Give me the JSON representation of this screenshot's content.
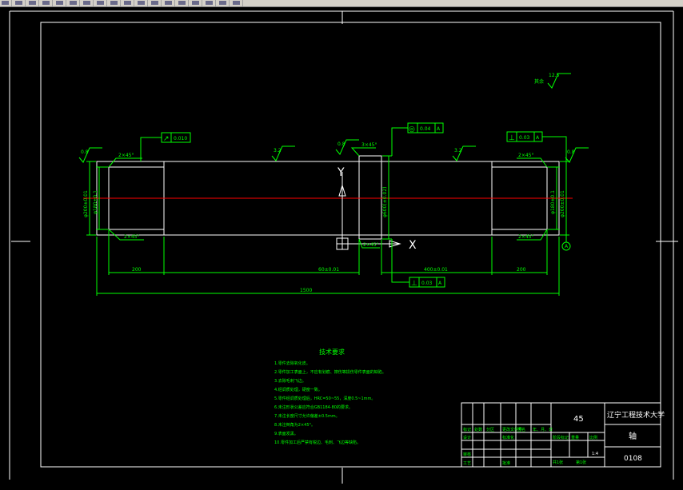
{
  "toolbar": {
    "buttons": [
      "new-icon",
      "open-icon",
      "save-icon",
      "print-icon",
      "cut-icon",
      "copy-icon",
      "paste-icon",
      "undo-icon",
      "redo-icon",
      "pan-icon",
      "zoom-icon",
      "zoom-window-icon",
      "zoom-previous-icon",
      "properties-icon",
      "layer-icon",
      "match-icon",
      "block-icon",
      "help-icon"
    ]
  },
  "colors": {
    "background": "#000000",
    "frame": "#ffffff",
    "dimension": "#00ff00",
    "centerline": "#ff0000",
    "part": "#ffffff"
  },
  "roughness": {
    "corner_value": "12.5",
    "corner_note": "其余",
    "left_end": "0.8",
    "left_body": "3.2",
    "collar": "0.8",
    "right_body": "3.2",
    "right_end": "0.8"
  },
  "tolerances": {
    "runout_left": {
      "symbol": "↗",
      "value": "0.010"
    },
    "concentricity": {
      "symbol": "◎",
      "value": "0.04",
      "datum": "A"
    },
    "perp_right": {
      "symbol": "⊥",
      "value": "0.03",
      "datum": "A"
    },
    "perp_bottom": {
      "symbol": "⊥",
      "value": "0.03",
      "datum": "A"
    }
  },
  "chamfers": {
    "top_left": "2×45°",
    "bottom_left": "2×45°",
    "collar_top": "3×45°",
    "collar_bottom": "2×45°",
    "top_right": "2×45°",
    "bottom_right": "2×45°"
  },
  "diameters": {
    "left_outer": "φ200±0.01",
    "left_inner": "φ180±0.1",
    "collar": "φ600(±0.02)",
    "right_inner": "φ180±0.1",
    "right_outer": "φ200±0.01"
  },
  "dims": {
    "left_len": "200",
    "collar_pos": "60±0.01",
    "mid_len": "400±0.01",
    "right_len": "200",
    "total": "1500"
  },
  "datum_label": "A",
  "ucs": {
    "y": "Y",
    "x": "X"
  },
  "tech": {
    "title": "技术要求",
    "items": [
      "1.零件去除氧化皮。",
      "2.零件加工表面上，不应有划痕、擦伤等损伤零件表面的缺陷。",
      "3.去除毛刺飞边。",
      "4.经调质处理，硬度一致。",
      "5.零件经调质处理后，HRC=50~55，深度0.5~1mm。",
      "6.未注形状公差应符合GB1184-80的要求。",
      "7.未注长度尺寸允许偏差±0.5mm。",
      "8.未注倒角为2×45°。",
      "9.表面发黑。",
      "10.零件加工后严禁有锐边、毛刺、飞边等缺陷。"
    ]
  },
  "titleblock": {
    "material": "45",
    "school": "辽宁工程技术大学",
    "part_name": "轴",
    "drawing_no": "0108",
    "row1": [
      "标记",
      "处数",
      "分区",
      "更改文件号",
      "签名",
      "年、月、日"
    ],
    "row2": [
      "设计",
      "标准化"
    ],
    "row3": [
      "审核"
    ],
    "row4": [
      "工艺",
      "批准"
    ],
    "stage_headers": [
      "阶段标记",
      "重量",
      "比例"
    ],
    "scale": "1:4",
    "sheet": [
      "共1张",
      "第1张"
    ]
  }
}
